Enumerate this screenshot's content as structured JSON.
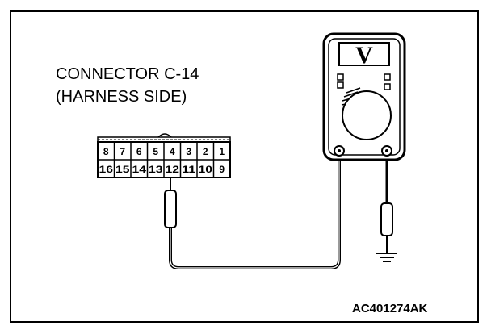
{
  "connector": {
    "title": "CONNECTOR C-14",
    "subtitle": "(HARNESS SIDE)",
    "top_row_pins": [
      "8",
      "7",
      "6",
      "5",
      "4",
      "3",
      "2",
      "1"
    ],
    "bottom_row_pins": [
      "16",
      "15",
      "14",
      "13",
      "12",
      "11",
      "10",
      "9"
    ],
    "probed_pin": "12"
  },
  "meter": {
    "display": "V"
  },
  "figure_code": "AC401274AK",
  "colors": {
    "line": "#000000",
    "background": "#ffffff"
  },
  "icons": [
    "voltmeter-icon",
    "ground-icon",
    "probe-icon"
  ]
}
